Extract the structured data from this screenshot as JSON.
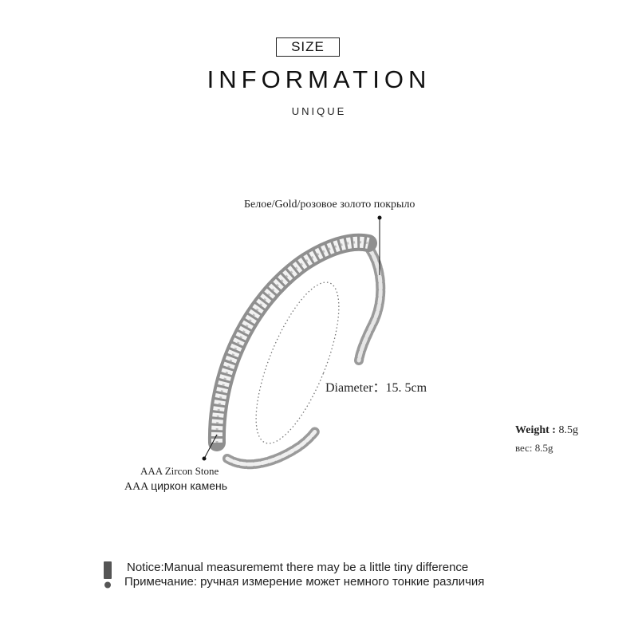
{
  "header": {
    "size_label": "SIZE",
    "title": "INFORMATION",
    "subtitle": "UNIQUE"
  },
  "annotations": {
    "plating": "Белое/Gold/розовое золото покрыло",
    "diameter_label": "Diameter",
    "diameter_value": "15. 5cm",
    "weight_label": "Weight :",
    "weight_value": "8.5g",
    "weight_ru_label": "вес:",
    "weight_ru_value": "8.5g",
    "stone_en": "AAA Zircon Stone",
    "stone_ru_prefix": "AAA",
    "stone_ru_text": "циркон камень"
  },
  "notice": {
    "line1": "Notice:Manual measurememt there may be a little tiny difference",
    "line2": "Примечание: ручная измерение может немного тонкие различия"
  },
  "colors": {
    "metal": "#b9b9b9",
    "stone": "#f4f4f4",
    "text": "#222222"
  },
  "icons": [
    "exclamation-icon"
  ]
}
